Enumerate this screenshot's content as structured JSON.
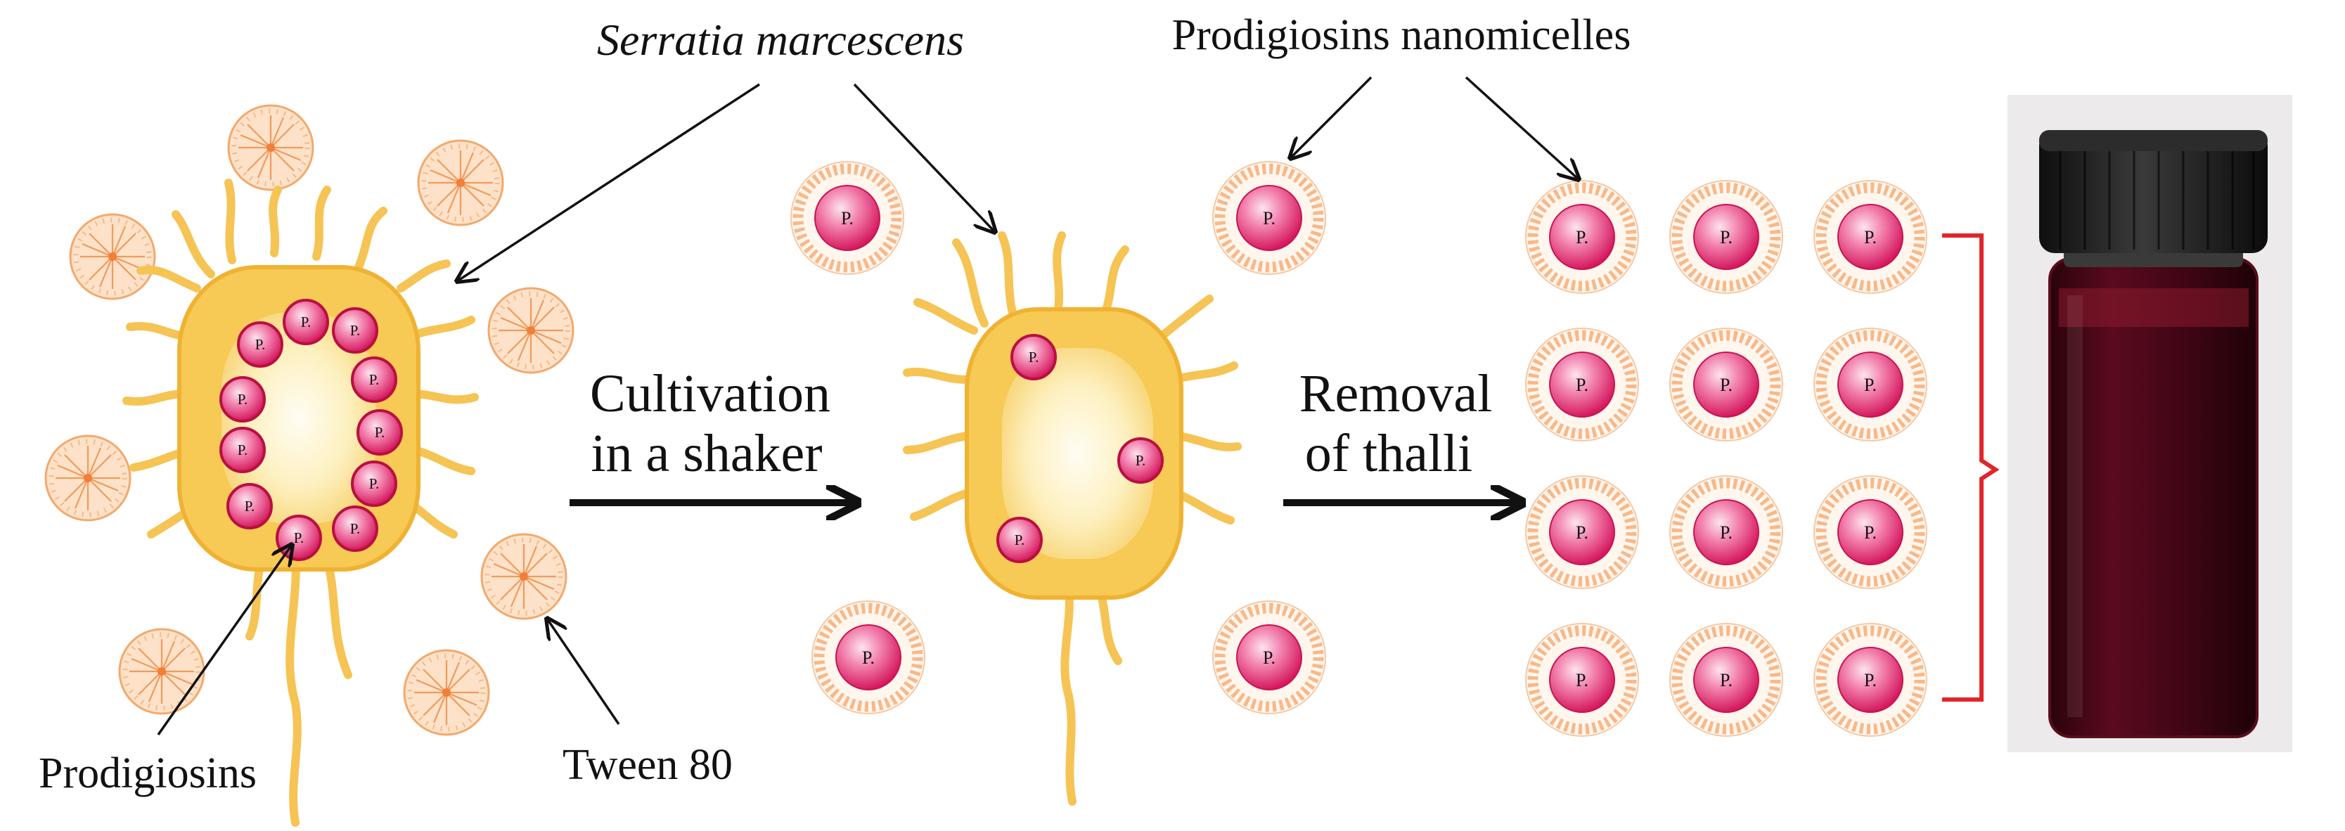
{
  "labels": {
    "serratia": "Serratia marcescens",
    "nanomicelles": "Prodigiosins nanomicelles",
    "prodigiosins": "Prodigiosins",
    "tween": "Tween 80",
    "step1_line1": "Cultivation",
    "step1_line2": "in a shaker",
    "step2_line1": "Removal",
    "step2_line2": "of thalli",
    "pigment_marker": "P."
  },
  "colors": {
    "bacterium_fill": "#f9d67a",
    "bacterium_edge": "#f2b43a",
    "flagella": "#f5c454",
    "micelle_shell": "#f6b98a",
    "prodigiosin_core": "#e8327a",
    "bracket": "#e0262a",
    "liquid": "#3a0512",
    "cap": "#1c1c1c"
  }
}
